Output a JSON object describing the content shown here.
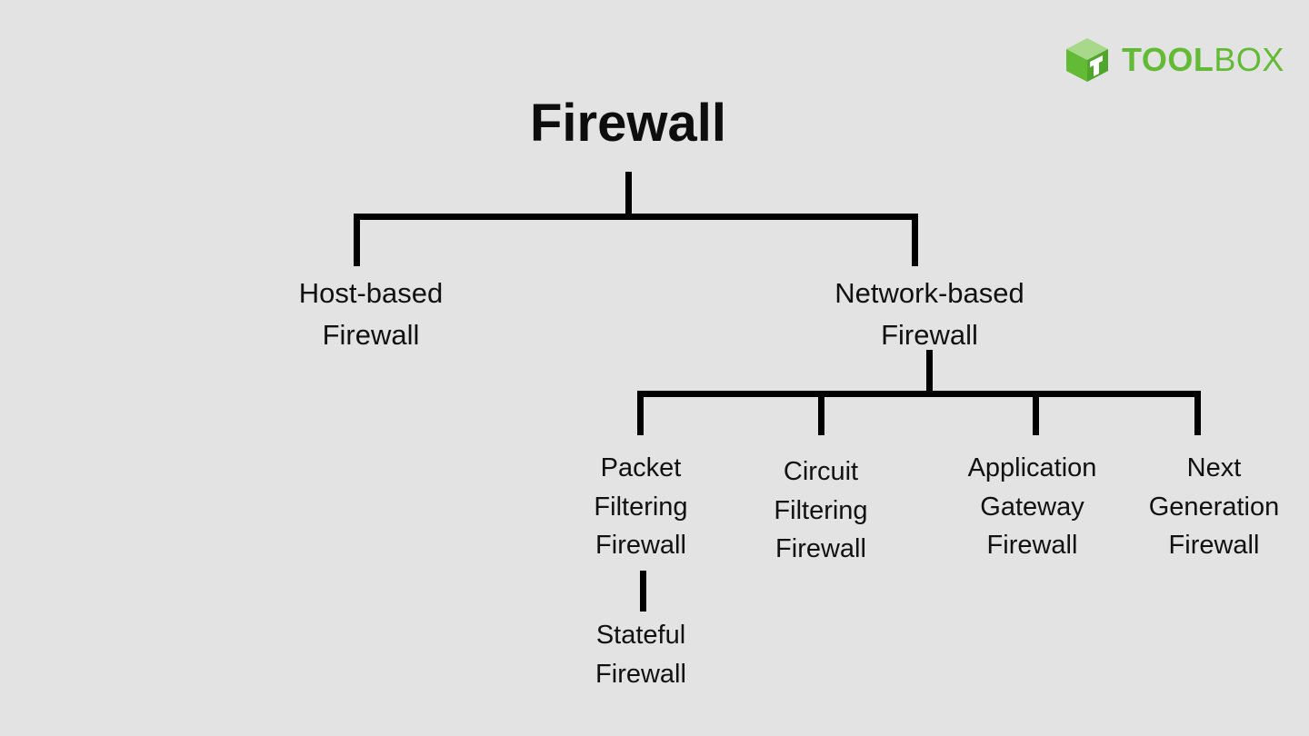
{
  "brand": {
    "name_bold": "TOOL",
    "name_light": "BOX",
    "logo_icon": "cube-icon",
    "color_primary": "#63bb35",
    "color_cube_top": "#a8d88a",
    "color_cube_left": "#63bb35",
    "color_cube_right": "#4ea62a"
  },
  "page": {
    "background_color": "#e3e3e3",
    "line_color": "#000000",
    "text_color": "#111111"
  },
  "diagram": {
    "type": "tree",
    "title": "Firewall",
    "level2": [
      {
        "id": "host-based",
        "lines": [
          "Host-based",
          "Firewall"
        ]
      },
      {
        "id": "network-based",
        "lines": [
          "Network-based",
          "Firewall"
        ]
      }
    ],
    "level3": [
      {
        "id": "packet-filtering",
        "lines": [
          "Packet",
          "Filtering",
          "Firewall"
        ]
      },
      {
        "id": "circuit-filtering",
        "lines": [
          "Circuit",
          "Filtering",
          "Firewall"
        ]
      },
      {
        "id": "application-gateway",
        "lines": [
          "Application",
          "Gateway",
          "Firewall"
        ]
      },
      {
        "id": "next-generation",
        "lines": [
          "Next",
          "Generation",
          "Firewall"
        ]
      }
    ],
    "level4": [
      {
        "id": "stateful",
        "lines": [
          "Stateful",
          "Firewall"
        ]
      }
    ]
  }
}
